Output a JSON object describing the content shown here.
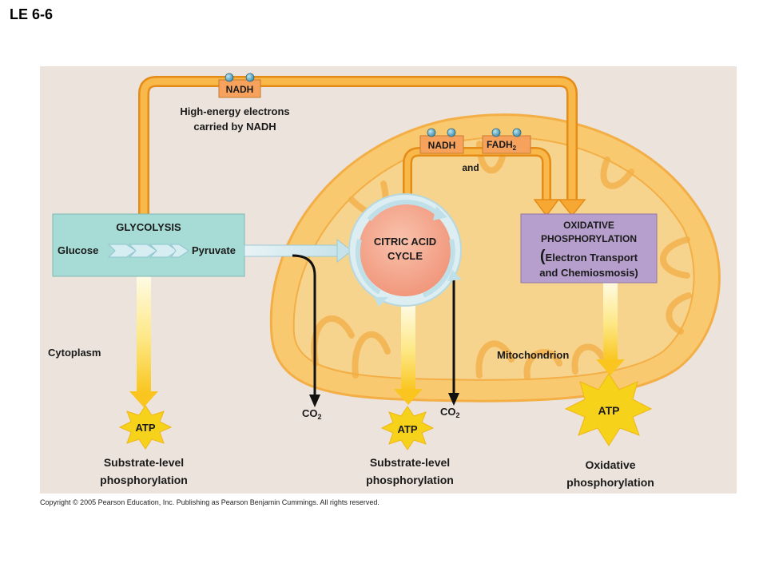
{
  "page_label": "LE 6-6",
  "copyright": "Copyright © 2005 Pearson Education, Inc. Publishing as Pearson Benjamin Cummings. All rights reserved.",
  "top_carrier": {
    "label": "NADH",
    "caption_line1": "High-energy electrons",
    "caption_line2": "carried by NADH"
  },
  "mid_carrier_nadh": "NADH",
  "mid_carrier_fadh_base": "FADH",
  "mid_carrier_fadh_sub": "2",
  "and_label": "and",
  "glycolysis": {
    "title": "GLYCOLYSIS",
    "input": "Glucose",
    "output": "Pyruvate"
  },
  "citric_acid_cycle": {
    "line1": "CITRIC ACID",
    "line2": "CYCLE"
  },
  "oxidative_box": {
    "line1": "OXIDATIVE",
    "line2": "PHOSPHORYLATION",
    "paren_open": "(",
    "line3": "Electron Transport",
    "line4": "and Chemiosmosis)"
  },
  "cytoplasm_label": "Cytoplasm",
  "mitochondrion_label": "Mitochondrion",
  "co2_base": "CO",
  "co2_sub": "2",
  "atp_label": "ATP",
  "stage_captions": {
    "substrate1_line1": "Substrate-level",
    "substrate1_line2": "phosphorylation",
    "substrate2_line1": "Substrate-level",
    "substrate2_line2": "phosphorylation",
    "oxidative_line1": "Oxidative",
    "oxidative_line2": "phosphorylation"
  },
  "colors": {
    "panel": "#ebe3dc",
    "mito": "#f9c96f",
    "mito_edge": "#f3ae45",
    "glycolysis_box": "#a6dcd5",
    "cycle_circle": "#f5a98f",
    "oxidative_box": "#b69fcc",
    "carrier": "#f7a25c",
    "arrow_orange": "#f6a832",
    "atp_star": "#f7d21a"
  }
}
